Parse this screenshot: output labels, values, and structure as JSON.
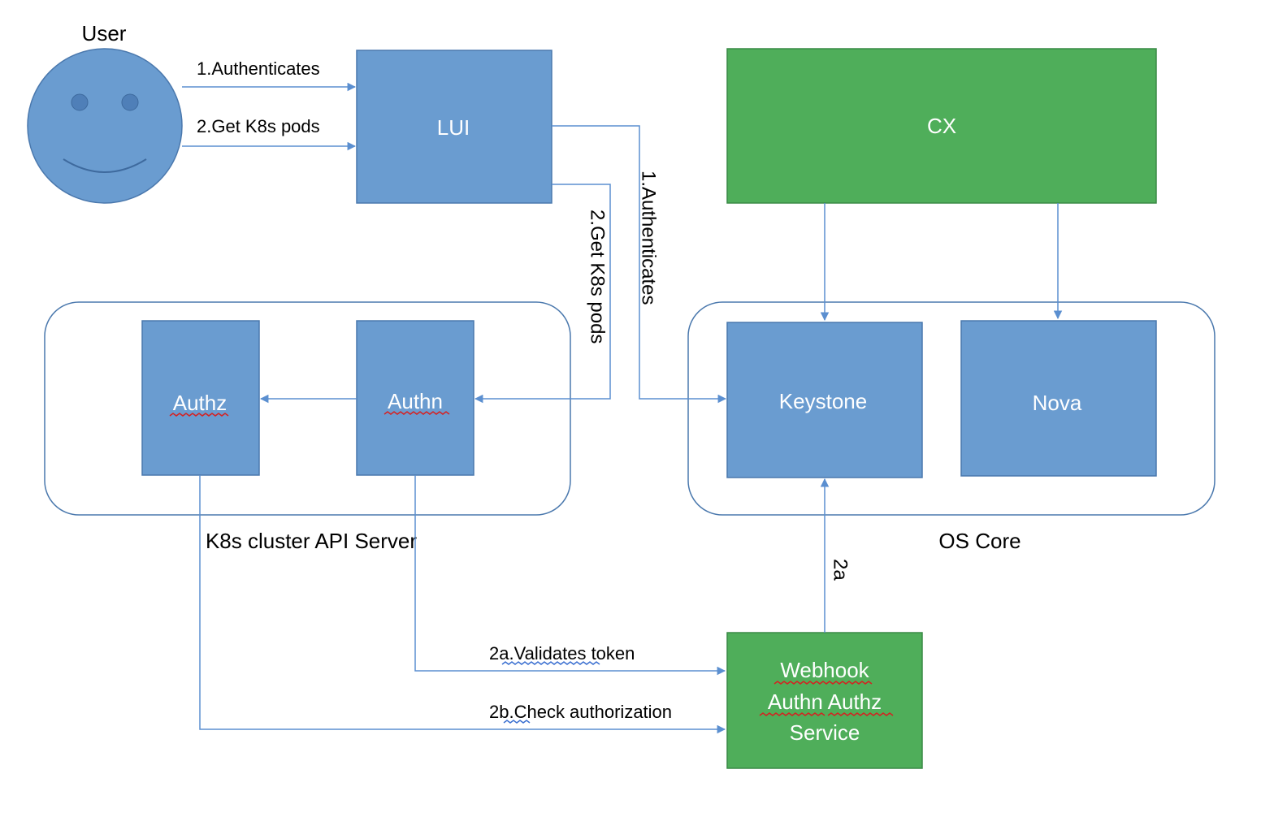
{
  "colors": {
    "blue_box": "#6a9cd0",
    "blue_border": "#4a78ad",
    "green_box": "#4fae5a",
    "green_border": "#3a8a46",
    "connector": "#5b8fd0",
    "group_border": "#4a78ad"
  },
  "user": {
    "label": "User",
    "icon": "smiley-face-icon"
  },
  "nodes": {
    "lui": "LUI",
    "cx": "CX",
    "authz": "Authz",
    "authn": "Authn",
    "keystone": "Keystone",
    "nova": "Nova",
    "webhook_line1": "Webhook",
    "webhook_line2": "Authn Authz",
    "webhook_line3": "Service"
  },
  "groups": {
    "k8s": "K8s cluster API Server",
    "os_core": "OS Core"
  },
  "edges": {
    "user_lui_auth": "1.Authenticates",
    "user_lui_pods": "2.Get K8s pods",
    "lui_authn_pods": "2.Get K8s pods",
    "lui_keystone_auth": "1.Authenticates",
    "webhook_keystone": "2a",
    "authn_webhook": "2a.Validates token",
    "authz_webhook": "2b.Check authorization"
  }
}
